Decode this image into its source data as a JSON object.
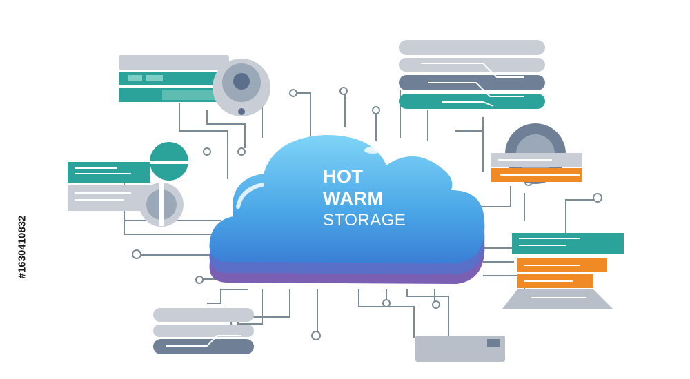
{
  "cloud": {
    "line1": "HOT",
    "line2": "WARM",
    "line3": "STORAGE"
  },
  "stock_id": "#1630410832",
  "colors": {
    "teal": "#2ba39a",
    "gray": "#b8bfc8",
    "slate": "#6e7f96",
    "orange": "#f08a24",
    "blue_light": "#5cc1ef",
    "blue_dark": "#3d6fd0",
    "purple": "#7b5fb2",
    "line": "#7a8a95"
  },
  "icons": [
    "cloud-icon",
    "server-rack-icon",
    "disk-icon",
    "laptop-icon",
    "hard-drive-icon",
    "circuit-node-icon"
  ]
}
